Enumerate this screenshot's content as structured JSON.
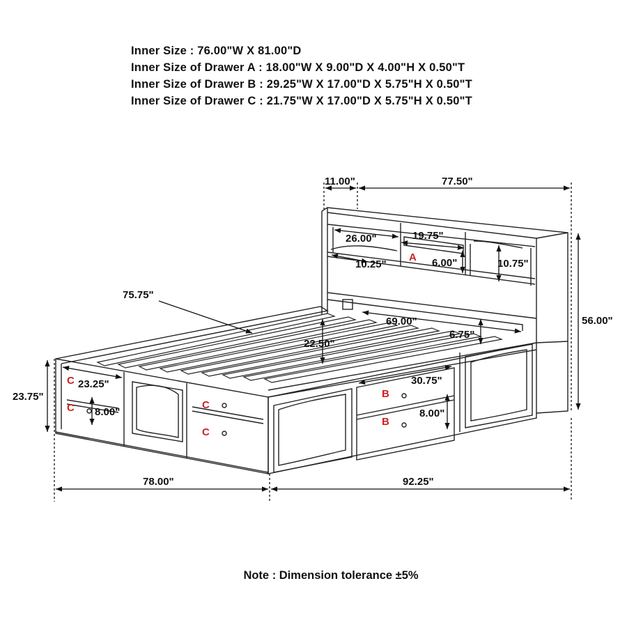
{
  "specs": {
    "inner_size": "Inner Size : 76.00\"W X 81.00\"D",
    "drawer_a": "Inner Size of Drawer A : 18.00\"W X 9.00\"D X 4.00\"H X 0.50\"T",
    "drawer_b": "Inner Size of Drawer B : 29.25\"W X 17.00\"D X 5.75\"H X 0.50\"T",
    "drawer_c": "Inner Size of Drawer C : 21.75\"W X 17.00\"D X 5.75\"H X 0.50\"T"
  },
  "dimensions": {
    "headboard_depth": "11.00\"",
    "overall_length_top": "77.50\"",
    "shelf_width": "26.00\"",
    "drawer_a_width": "19.75\"",
    "shelf_depth": "10.25\"",
    "drawer_a_height": "6.00\"",
    "shelf_height": "10.75\"",
    "headboard_height": "56.00\"",
    "rail_length": "75.75\"",
    "rail_inner_length": "69.00\"",
    "rail_height": "6.75\"",
    "slat_height": "22.50\"",
    "side_drawer_width": "30.75\"",
    "foot_drawer_width": "23.25\"",
    "foot_drawer_height": "8.00\"",
    "side_drawer_height": "8.00\"",
    "overall_height": "23.75\"",
    "overall_width": "78.00\"",
    "overall_length": "92.25\""
  },
  "drawer_labels": {
    "a": "A",
    "b": "B",
    "c": "C"
  },
  "note": "Note : Dimension tolerance ±5%"
}
